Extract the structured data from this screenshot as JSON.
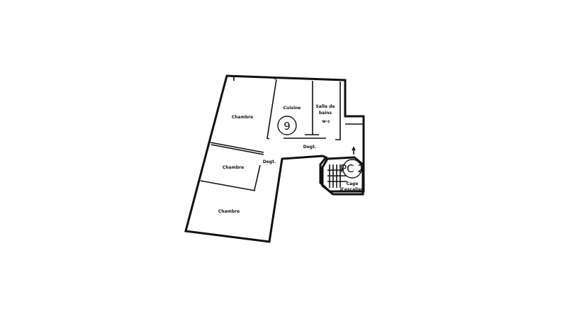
{
  "plan": {
    "rooms": {
      "chambre_top": "Chambre",
      "chambre_mid": "Chambre",
      "chambre_bottom": "Chambre",
      "cuisine": "Cuisine",
      "bath_line1": "Salle de",
      "bath_line2": "bains",
      "bath_line3": "w-c",
      "degt_right": "Degt.",
      "degt_left": "Degt.",
      "cage_line1": "Cage",
      "cage_line2": "d'escalier"
    },
    "markers": {
      "lot_number": "9",
      "stair_code": "PC 2"
    }
  }
}
